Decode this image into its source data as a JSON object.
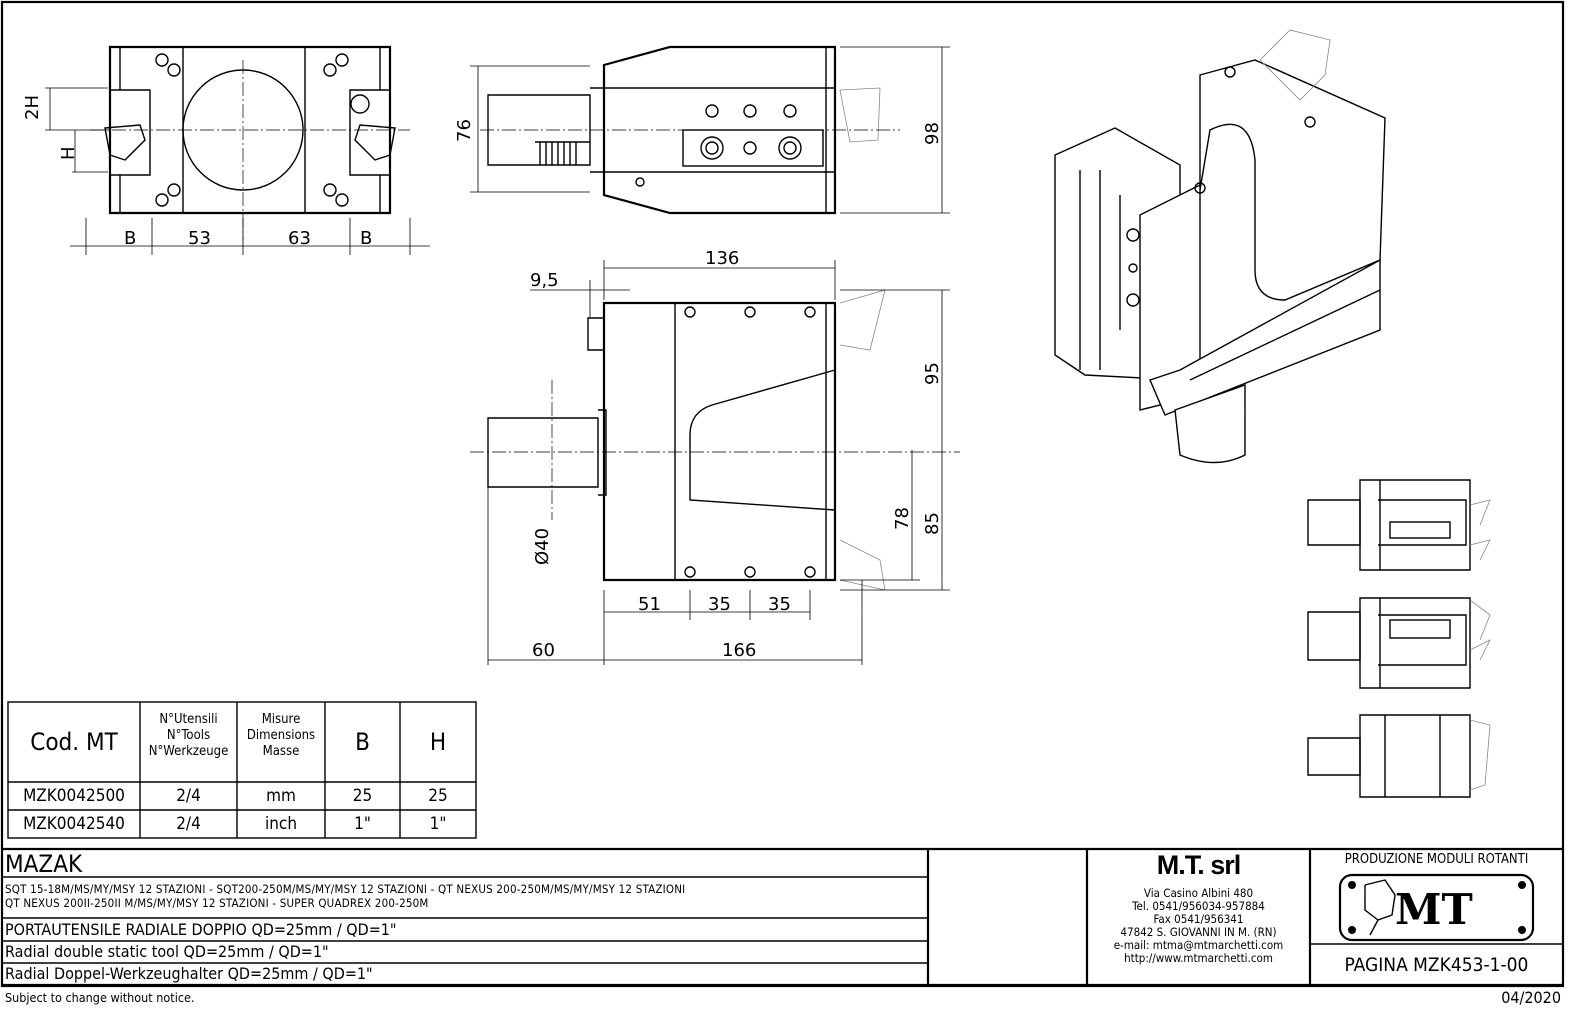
{
  "dimensions": {
    "end_view": {
      "b_left": "B",
      "d53": "53",
      "d63": "63",
      "b_right": "B",
      "two_h": "2H",
      "h": "H"
    },
    "top_view": {
      "d76": "76",
      "d98": "98"
    },
    "front_view": {
      "d136": "136",
      "d9_5": "9,5",
      "d95": "95",
      "d78": "78",
      "d85": "85",
      "dia40": "Ø40",
      "d51": "51",
      "d35a": "35",
      "d35b": "35",
      "d60": "60",
      "d166": "166"
    }
  },
  "table": {
    "headers": {
      "code": "Cod. MT",
      "tools": [
        "N°Utensili",
        "N°Tools",
        "N°Werkzeuge"
      ],
      "measures": [
        "Misure",
        "Dimensions",
        "Masse"
      ],
      "b": "B",
      "h": "H"
    },
    "rows": [
      {
        "code": "MZK0042500",
        "tools": "2/4",
        "measures": "mm",
        "b": "25",
        "h": "25"
      },
      {
        "code": "MZK0042540",
        "tools": "2/4",
        "measures": "inch",
        "b": "1\"",
        "h": "1\""
      }
    ]
  },
  "title_block": {
    "brand": "MAZAK",
    "machines_line1": "SQT 15-18M/MS/MY/MSY 12 STAZIONI - SQT200-250M/MS/MY/MSY 12 STAZIONI - QT NEXUS 200-250M/MS/MY/MSY 12 STAZIONI",
    "machines_line2": "QT NEXUS 200II-250II M/MS/MY/MSY 12 STAZIONI - SUPER QUADREX 200-250M",
    "desc_it": "PORTAUTENSILE RADIALE DOPPIO QD=25mm / QD=1\"",
    "desc_en": "Radial double static tool QD=25mm / QD=1\"",
    "desc_de": "Radial Doppel-Werkzeughalter QD=25mm / QD=1\"",
    "company": "M.T. srl",
    "address": [
      "Via Casino Albini 480",
      "Tel. 0541/956034-957884",
      "Fax 0541/956341",
      "47842 S. GIOVANNI IN M. (RN)",
      "e-mail: mtma@mtmarchetti.com",
      "http://www.mtmarchetti.com"
    ],
    "division": "PRODUZIONE MODULI ROTANTI",
    "logo_text": "MT",
    "page": "PAGINA MZK453-1-00"
  },
  "footer": {
    "notice": "Subject to change without notice.",
    "date": "04/2020"
  }
}
